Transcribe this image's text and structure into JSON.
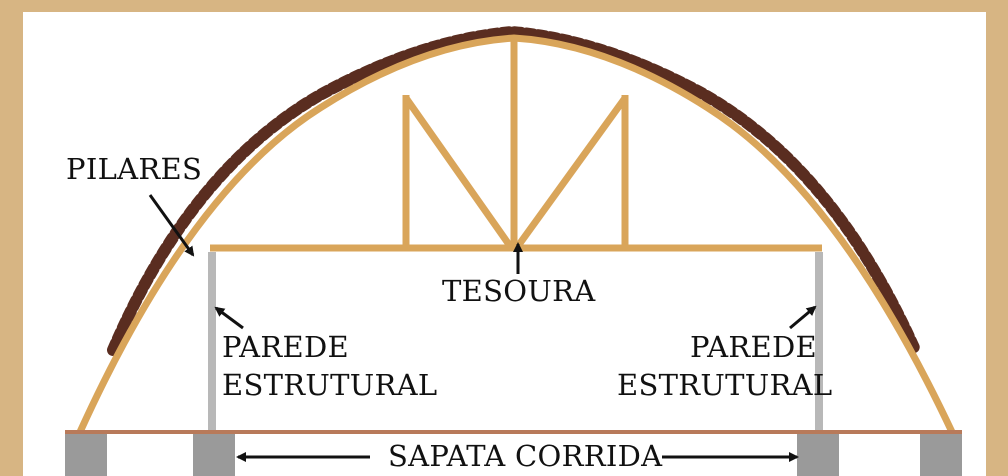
{
  "labels": {
    "pilares": "PILARES",
    "tesoura": "TESOURA",
    "parede_left_1": "PAREDE",
    "parede_left_2": "ESTRUTURAL",
    "parede_right_1": "PAREDE",
    "parede_right_2": "ESTRUTURAL",
    "sapata": "SAPATA CORRIDA"
  },
  "colors": {
    "frame": "#d7b583",
    "wood": "#d9a55a",
    "tile": "#6b3a2a",
    "footing": "#9a9a9a",
    "wall": "#b8b8b8",
    "baseline": "#b87a5a"
  }
}
